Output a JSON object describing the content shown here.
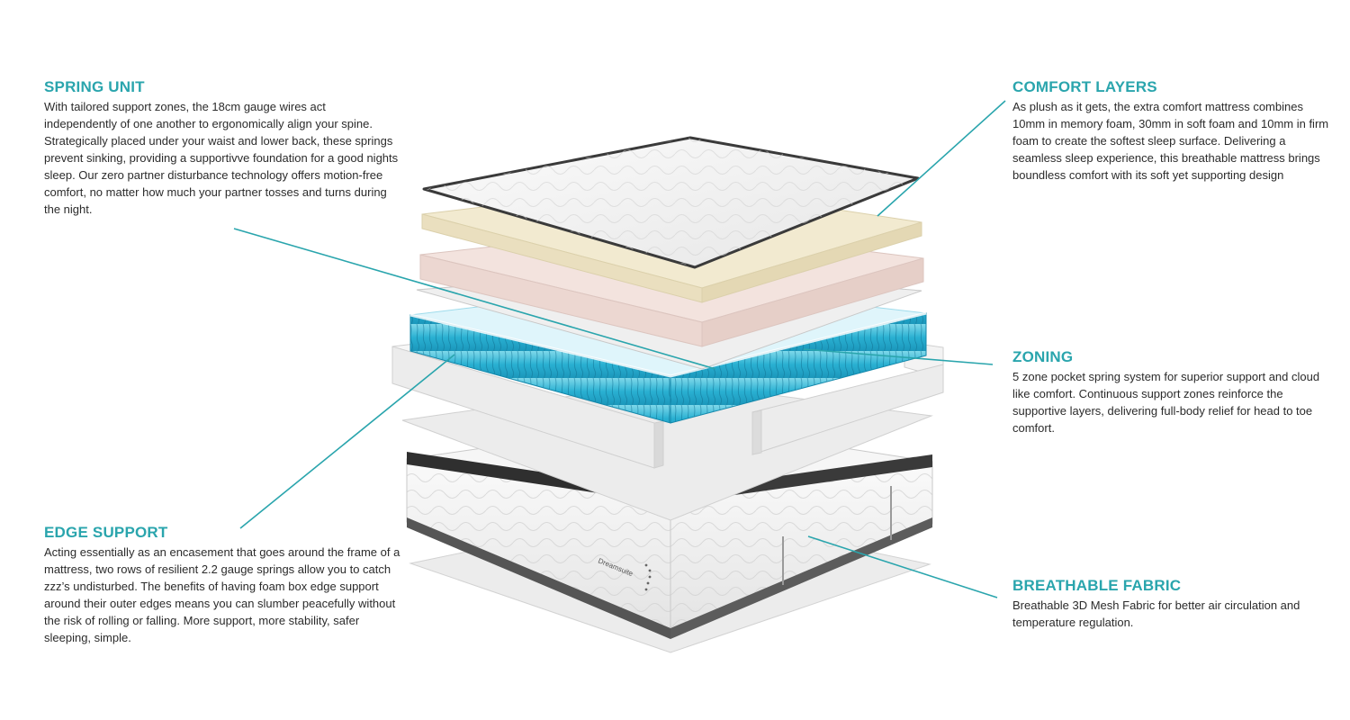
{
  "callouts": {
    "spring_unit": {
      "title": "SPRING UNIT",
      "text": "With tailored support zones, the 18cm gauge wires act independently of one another to ergonomically align your spine. Strategically placed under your waist and lower back, these springs prevent sinking, providing a supportivve foundation for a good nights sleep. Our zero partner disturbance technology offers motion-free comfort, no matter how much your partner tosses and turns during the night."
    },
    "comfort_layers": {
      "title": "COMFORT LAYERS",
      "text": "As plush as it gets, the extra comfort mattress combines 10mm in memory foam, 30mm in soft foam and 10mm in firm foam to create the softest sleep surface. Delivering a seamless sleep experience, this breathable mattress brings boundless comfort with its soft yet supporting design"
    },
    "zoning": {
      "title": "ZONING",
      "text": "5 zone pocket spring system for superior support and cloud like comfort. Continuous support zones reinforce  the supportive layers, delivering full-body relief for head to toe comfort."
    },
    "edge_support": {
      "title": "EDGE SUPPORT",
      "text": "Acting essentially as an encasement that goes around the frame of a mattress, two rows of resilient 2.2 gauge springs allow you to catch zzz’s undisturbed. The benefits of having foam box edge support around their outer edges means you can slumber peacefully without the risk of rolling or falling. More support, more stability, safer sleeping, simple."
    },
    "breathable_fabric": {
      "title": "BREATHABLE FABRIC",
      "text": "Breathable 3D Mesh Fabric for better air circulation and temperature regulation."
    }
  },
  "brand_label": "Dreamsuite",
  "colors": {
    "accent": "#2aa5ad",
    "memory_foam": "#efe6c9",
    "soft_foam": "#f0dcd6",
    "spring_blue": "#33b9d6",
    "fabric_white": "#f2f2f2",
    "border_dark": "#3a3a3a"
  }
}
